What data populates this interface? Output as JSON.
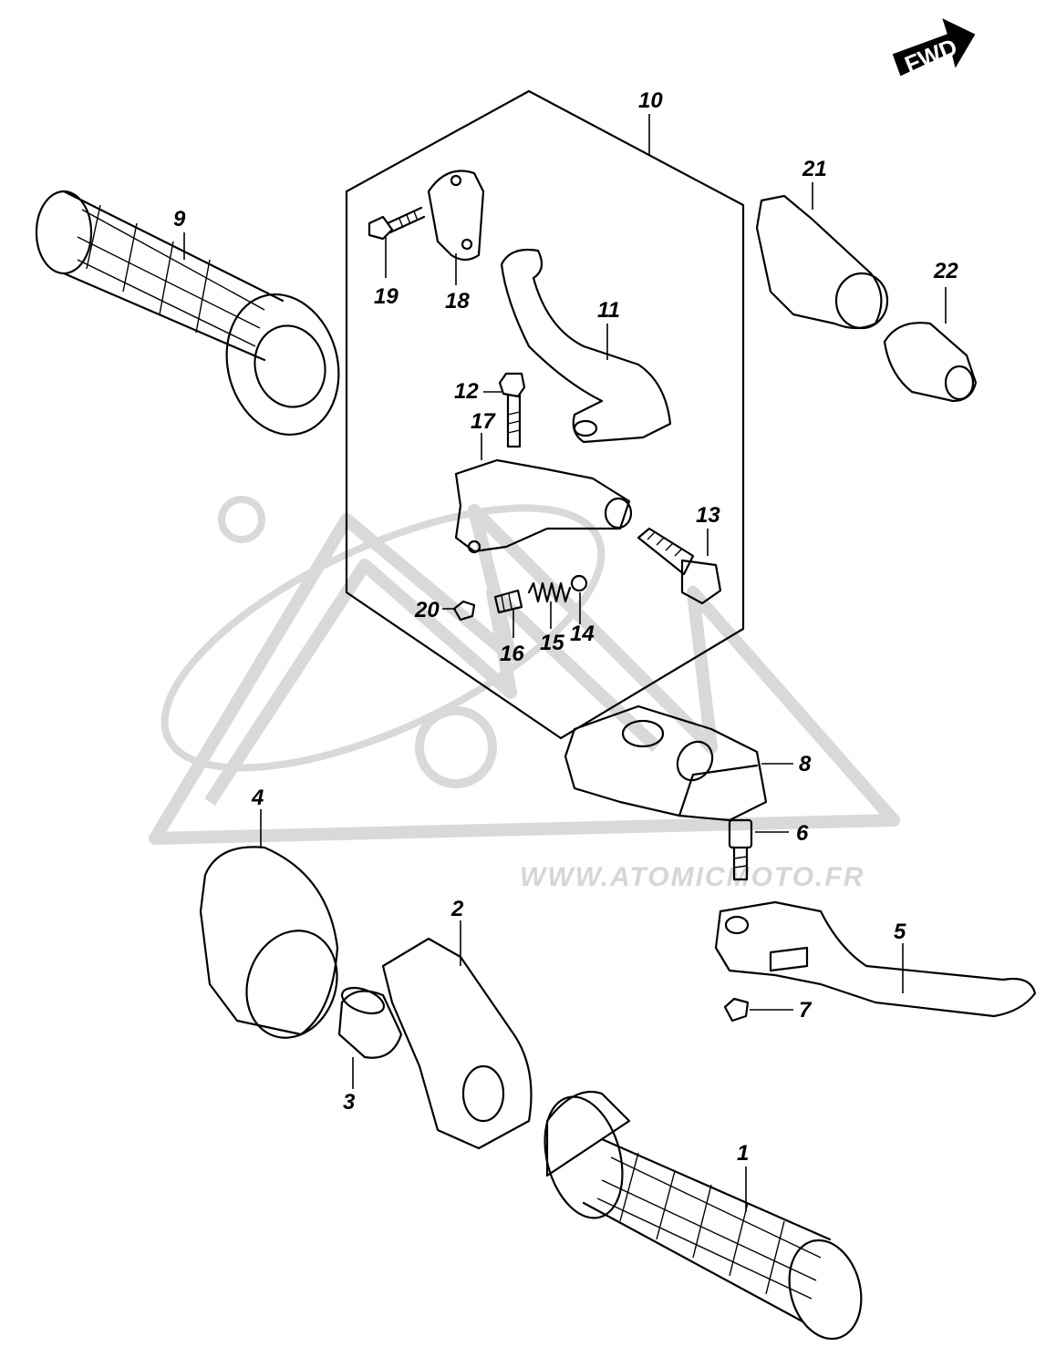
{
  "watermark": {
    "url": "WWW.ATOMICMOTO.FR"
  },
  "direction_marker": {
    "label": "FWD"
  },
  "callouts": {
    "p1": "1",
    "p2": "2",
    "p3": "3",
    "p4": "4",
    "p5": "5",
    "p6": "6",
    "p7": "7",
    "p8": "8",
    "p9": "9",
    "p10": "10",
    "p11": "11",
    "p12": "12",
    "p13": "13",
    "p14": "14",
    "p15": "15",
    "p16": "16",
    "p17": "17",
    "p18": "18",
    "p19": "19",
    "p20": "20",
    "p21": "21",
    "p22": "22"
  }
}
